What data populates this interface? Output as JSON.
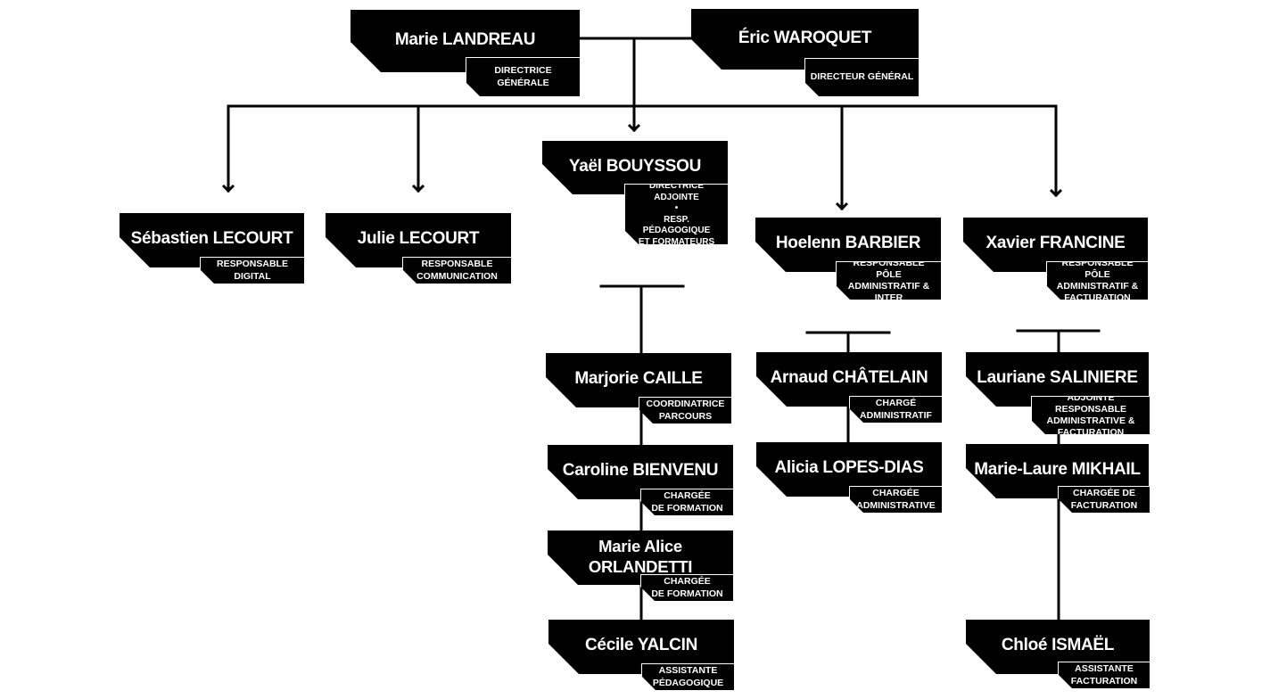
{
  "colors": {
    "box": "#000000",
    "text": "#ffffff",
    "line": "#000000",
    "background": "#ffffff"
  },
  "people": {
    "landreau": {
      "name": "Marie LANDREAU",
      "role": "DIRECTRICE GÉNÉRALE"
    },
    "waroquet": {
      "name": "Éric WAROQUET",
      "role": "DIRECTEUR GÉNÉRAL"
    },
    "bouyssou": {
      "name": "Yaël BOUYSSOU",
      "role": "DIRECTRICE\nADJOINTE\n•\nRESP. PÉDAGOGIQUE\nET FORMATEURS"
    },
    "slecourt": {
      "name": "Sébastien LECOURT",
      "role": "RESPONSABLE\nDIGITAL"
    },
    "jlecourt": {
      "name": "Julie LECOURT",
      "role": "RESPONSABLE\nCOMMUNICATION"
    },
    "barbier": {
      "name": "Hoelenn BARBIER",
      "role": "RESPONSABLE PÔLE\nADMINISTRATIF &\nINTER"
    },
    "francine": {
      "name": "Xavier FRANCINE",
      "role": "RESPONSABLE PÔLE\nADMINISTRATIF &\nFACTURATION"
    },
    "caille": {
      "name": "Marjorie CAILLE",
      "role": "COORDINATRICE\nPARCOURS"
    },
    "bienvenu": {
      "name": "Caroline BIENVENU",
      "role": "CHARGÉE\nDE FORMATION"
    },
    "orlandetti": {
      "name": "Marie Alice\nORLANDETTI",
      "role": "CHARGÉE\nDE FORMATION"
    },
    "yalcin": {
      "name": "Cécile YALCIN",
      "role": "ASSISTANTE\nPÉDAGOGIQUE"
    },
    "chatelain": {
      "name": "Arnaud CHÂTELAIN",
      "role": "CHARGÉ\nADMINISTRATIF"
    },
    "lopesdias": {
      "name": "Alicia LOPES-DIAS",
      "role": "CHARGÉE\nADMINISTRATIVE"
    },
    "saliniere": {
      "name": "Lauriane SALINIERE",
      "role": "ADJOINTE RESPONSABLE\nADMINISTRATIVE &\nFACTURATION"
    },
    "mikhail": {
      "name": "Marie-Laure MIKHAIL",
      "role": "CHARGÉE DE\nFACTURATION"
    },
    "ismael": {
      "name": "Chloé ISMAËL",
      "role": "ASSISTANTE\nFACTURATION"
    }
  }
}
